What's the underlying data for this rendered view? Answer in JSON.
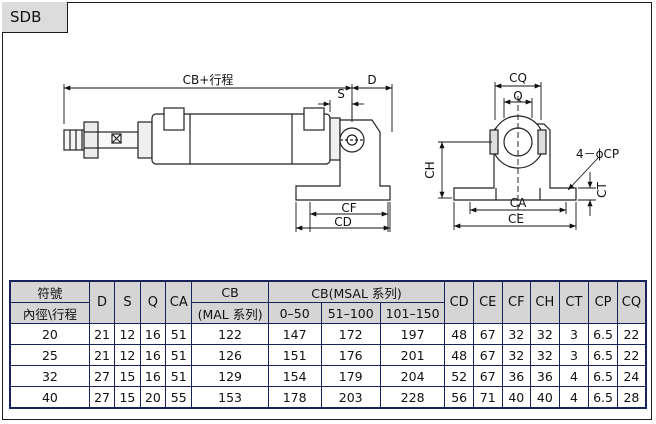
{
  "model_tag": "SDB",
  "drawing_labels": {
    "cb_stroke": "CB+行程",
    "d": "D",
    "s": "S",
    "cq": "CQ",
    "q": "Q",
    "ch_left": "CH",
    "cf": "CF",
    "cd": "CD",
    "hole": "4－ϕCP",
    "ct": "CT",
    "ca": "CA",
    "ce": "CE"
  },
  "table": {
    "header": {
      "symbol": "符號",
      "bore_stroke": "內徑\\行程",
      "cols": [
        "D",
        "S",
        "Q",
        "CA"
      ],
      "cb_mal_top": "CB",
      "cb_mal_bottom": "(MAL 系列)",
      "cb_msal_group": "CB(MSAL 系列)",
      "msal_ranges": [
        "0–50",
        "51–100",
        "101–150"
      ],
      "tail_cols": [
        "CD",
        "CE",
        "CF",
        "CH",
        "CT",
        "CP",
        "CQ"
      ]
    },
    "rows": [
      [
        "20",
        "21",
        "12",
        "16",
        "51",
        "122",
        "147",
        "172",
        "197",
        "48",
        "67",
        "32",
        "32",
        "3",
        "6.5",
        "22"
      ],
      [
        "25",
        "21",
        "12",
        "16",
        "51",
        "126",
        "151",
        "176",
        "201",
        "48",
        "67",
        "32",
        "32",
        "3",
        "6.5",
        "22"
      ],
      [
        "32",
        "27",
        "15",
        "16",
        "51",
        "129",
        "154",
        "179",
        "204",
        "52",
        "67",
        "36",
        "36",
        "4",
        "6.5",
        "24"
      ],
      [
        "40",
        "27",
        "15",
        "20",
        "55",
        "153",
        "178",
        "203",
        "228",
        "56",
        "71",
        "40",
        "40",
        "4",
        "6.5",
        "28"
      ]
    ]
  }
}
